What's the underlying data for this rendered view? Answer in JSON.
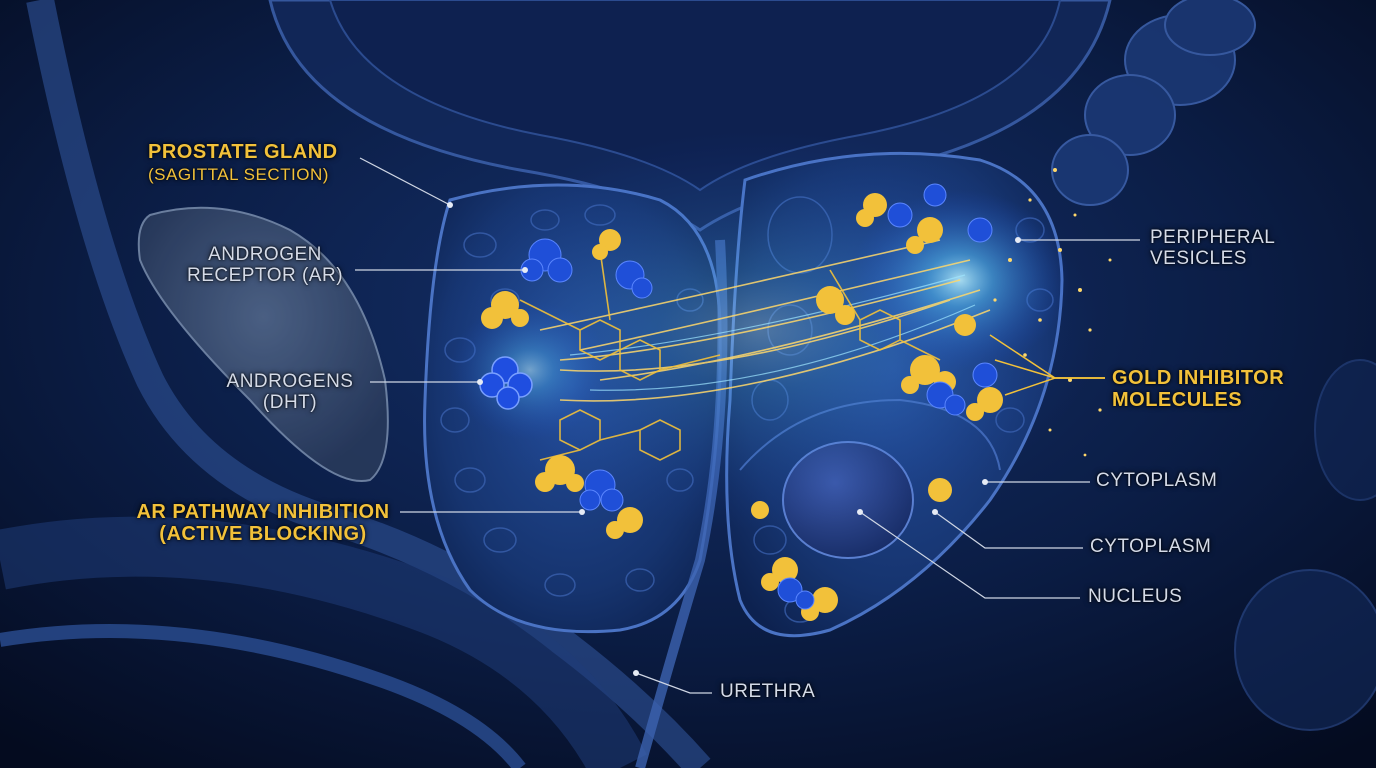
{
  "colors": {
    "background": "#06122e",
    "tissue": "#1b3a78",
    "gold": "#f2c13a",
    "receptor_blue": "#1f4fd8",
    "label_white": "#d5dbe8",
    "leader_line": "#cfd6e4"
  },
  "labels": {
    "prostate_gland": {
      "title": "PROSTATE GLAND",
      "subtitle": "(SAGITTAL SECTION)"
    },
    "androgen_receptor": {
      "line1": "ANDROGEN",
      "line2": "RECEPTOR (AR)"
    },
    "androgens": {
      "line1": "ANDROGENS",
      "line2": "(DHT)"
    },
    "ar_pathway": {
      "line1": "AR PATHWAY INHIBITION",
      "line2": "(ACTIVE BLOCKING)"
    },
    "peripheral_vesicles": {
      "line1": "PERIPHERAL",
      "line2": "VESICLES"
    },
    "gold_inhibitor": {
      "line1": "GOLD INHIBITOR",
      "line2": "MOLECULES"
    },
    "cytoplasm_1": "CYTOPLASM",
    "cytoplasm_2": "CYTOPLASM",
    "nucleus": "NUCLEUS",
    "urethra": "URETHRA"
  }
}
